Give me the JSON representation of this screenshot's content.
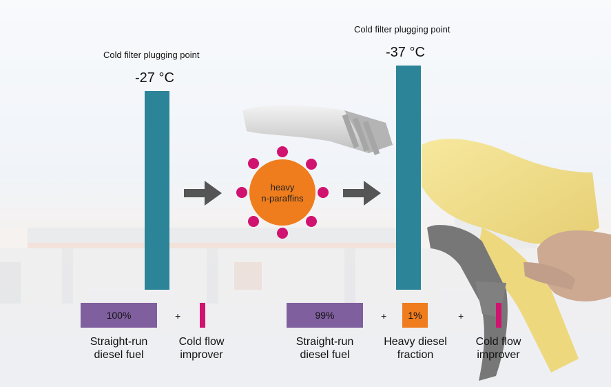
{
  "before": {
    "cfpp_label": "Cold filter plugging point",
    "temperature": "-27 °C",
    "fuel_percent": "100%",
    "fuel_label": "Straight-run diesel fuel",
    "plus": "+",
    "improver_label": "Cold flow improver"
  },
  "molecule": {
    "label_line1": "heavy",
    "label_line2": "n-paraffins"
  },
  "after": {
    "cfpp_label": "Cold filter plugging point",
    "temperature": "-37 °C",
    "fuel_percent": "99%",
    "fuel_label": "Straight-run diesel fuel",
    "plus1": "+",
    "heavy_percent": "1%",
    "heavy_label": "Heavy diesel fraction",
    "plus2": "+",
    "improver_label": "Cold flow improver"
  },
  "colors": {
    "bar": "#2b8497",
    "fuel_box": "#7f5f9e",
    "heavy_box": "#ef7d1d",
    "improver": "#d11370",
    "arrow": "#555555"
  }
}
